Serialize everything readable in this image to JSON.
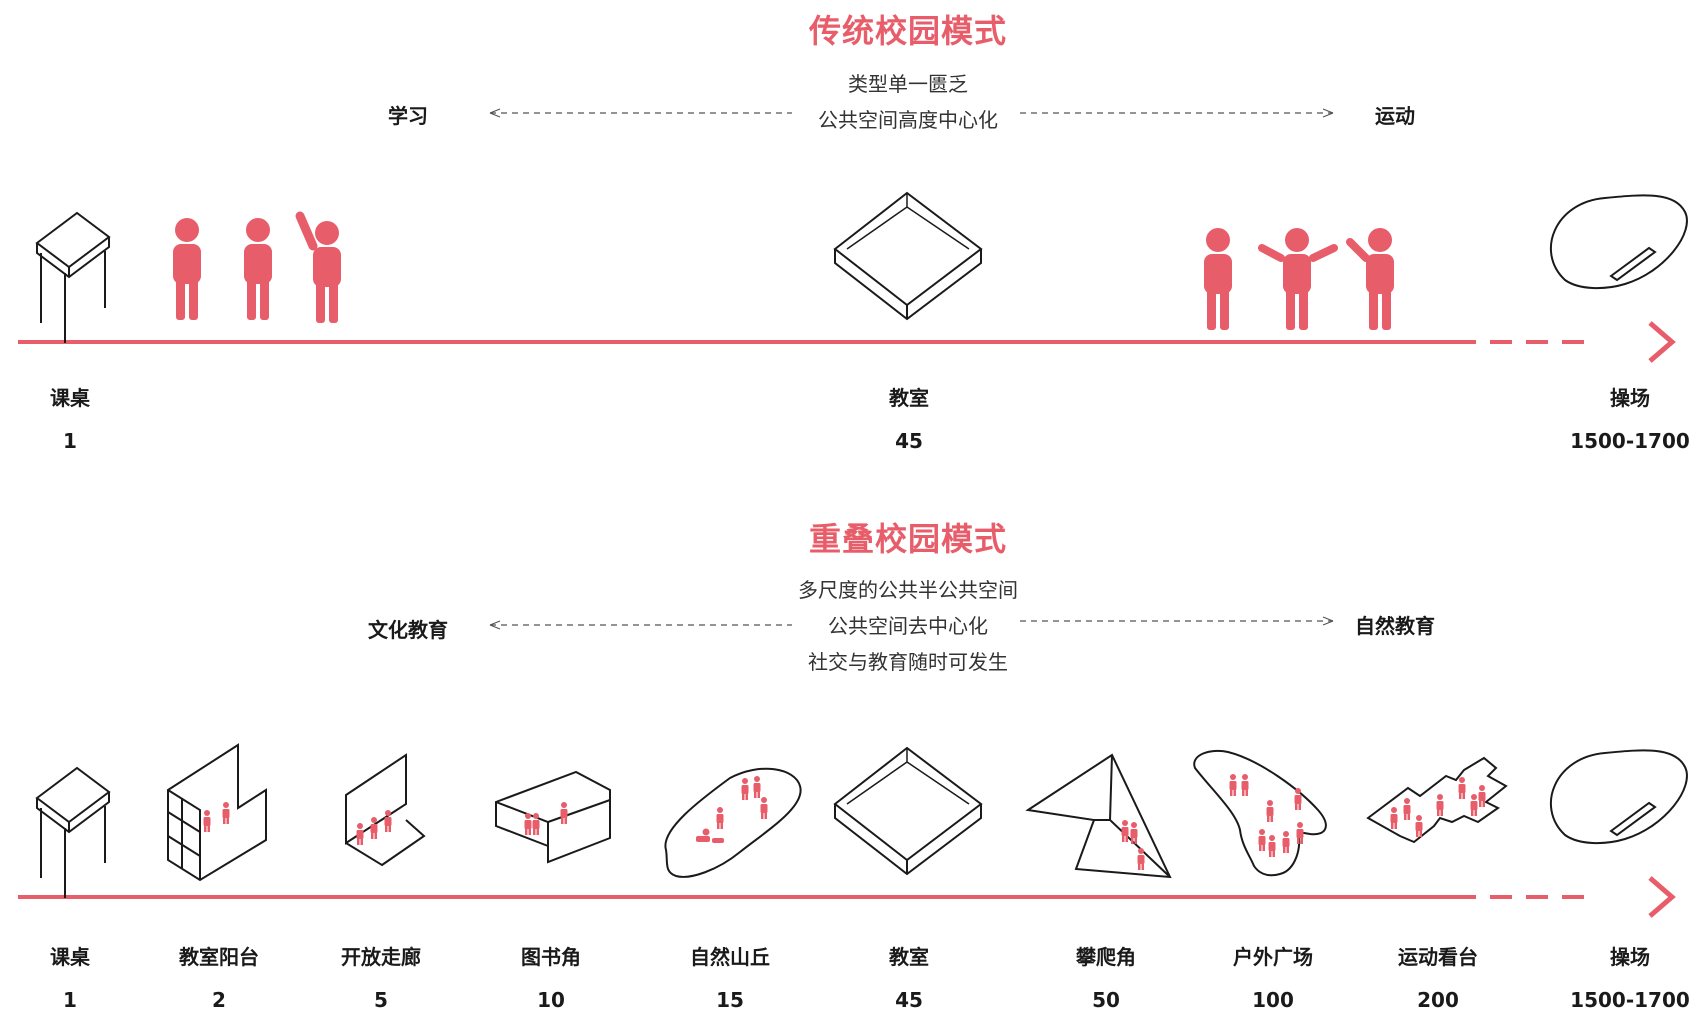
{
  "traditional": {
    "title": "传统校园模式",
    "subtitle_lines": [
      "类型单一匮乏",
      "公共空间高度中心化"
    ],
    "left_label": "学习",
    "right_label": "运动",
    "items": [
      {
        "label": "课桌",
        "value": "1"
      },
      {
        "label": "教室",
        "value": "45"
      },
      {
        "label": "操场",
        "value": "1500-1700"
      }
    ]
  },
  "overlap": {
    "title": "重叠校园模式",
    "subtitle_lines": [
      "多尺度的公共半公共空间",
      "公共空间去中心化",
      "社交与教育随时可发生"
    ],
    "left_label": "文化教育",
    "right_label": "自然教育",
    "items": [
      {
        "label": "课桌",
        "value": "1"
      },
      {
        "label": "教室阳台",
        "value": "2"
      },
      {
        "label": "开放走廊",
        "value": "5"
      },
      {
        "label": "图书角",
        "value": "10"
      },
      {
        "label": "自然山丘",
        "value": "15"
      },
      {
        "label": "教室",
        "value": "45"
      },
      {
        "label": "攀爬角",
        "value": "50"
      },
      {
        "label": "户外广场",
        "value": "100"
      },
      {
        "label": "运动看台",
        "value": "200"
      },
      {
        "label": "操场",
        "value": "1500-1700"
      }
    ]
  },
  "colors": {
    "accent": "#e85d6a",
    "line": "#1a1a1a"
  }
}
